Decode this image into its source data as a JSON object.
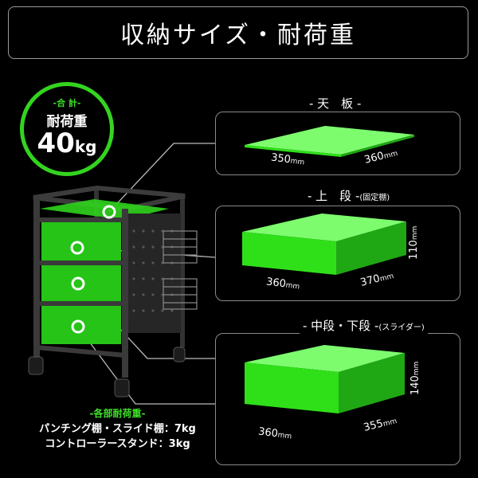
{
  "title": "収納サイズ・耐荷重",
  "badge": {
    "line1": "-合 計-",
    "line2": "耐荷重",
    "value": "40",
    "unit": "kg"
  },
  "sections": {
    "top": {
      "label": "- 天　板 -",
      "w": "350",
      "d": "360",
      "unit": "mm"
    },
    "upper": {
      "label": "- 上　段 -",
      "sub": "(固定棚)",
      "w": "360",
      "d": "370",
      "h": "110",
      "unit": "mm"
    },
    "lower": {
      "label": "- 中段・下段 -",
      "sub": "(スライダー)",
      "w": "360",
      "d": "355",
      "h": "140",
      "unit": "mm"
    }
  },
  "notes": {
    "heading": "-各部耐荷重-",
    "row1": "パンチング棚・スライド棚：7kg",
    "row2": "コントローラースタンド：3kg"
  },
  "colors": {
    "accent": "#33d41f",
    "box_top": "#7dfc6e",
    "box_front": "#2fe019",
    "box_side": "#1fa814"
  }
}
